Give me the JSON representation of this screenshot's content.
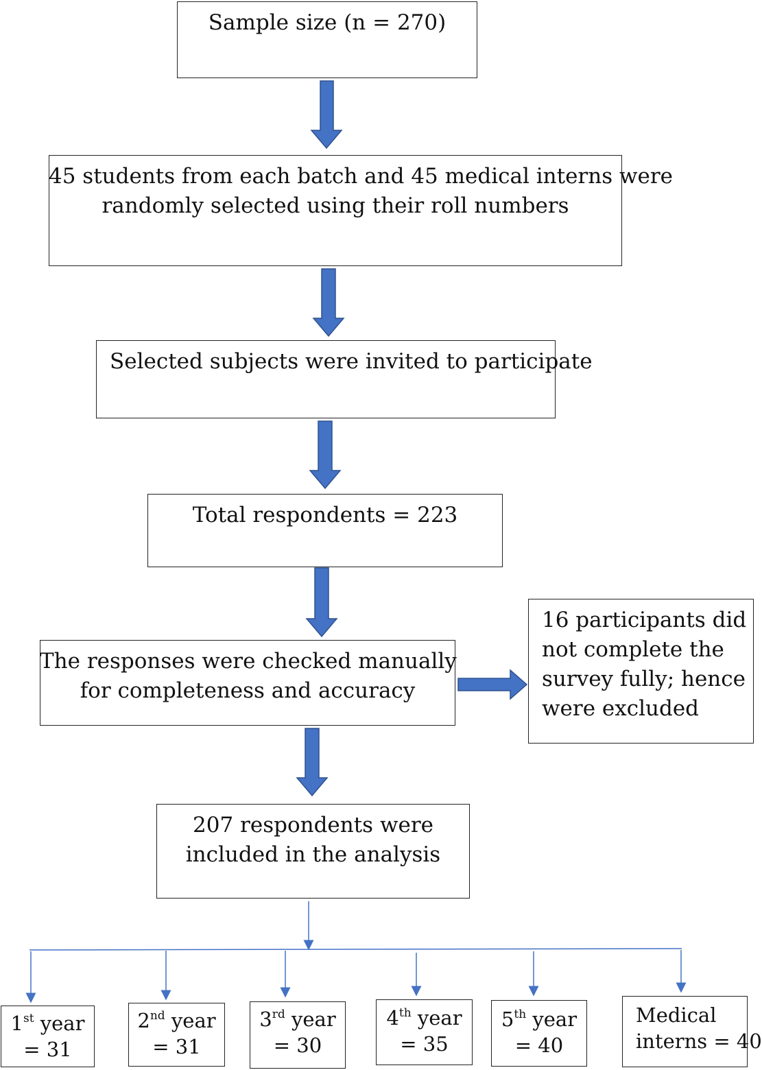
{
  "flowchart": {
    "sample_size": "Sample size (n = 270)",
    "selection": {
      "line1": "45 students from each batch and 45 medical interns were",
      "line2": "randomly selected using their roll numbers"
    },
    "invited": "Selected subjects were invited to participate",
    "respondents": "Total respondents = 223",
    "checked": {
      "line1": "The responses were checked manually",
      "line2": "for completeness and accuracy"
    },
    "excluded": {
      "line1": "16 participants did",
      "line2": "not complete the",
      "line3": "survey fully; hence",
      "line4": "were excluded"
    },
    "included": {
      "line1": "207 respondents were",
      "line2": "included in the analysis"
    },
    "groups": [
      {
        "num": "1",
        "sup": "st",
        "label": " year",
        "count": "= 31"
      },
      {
        "num": "2",
        "sup": "nd",
        "label": " year",
        "count": "= 31"
      },
      {
        "num": "3",
        "sup": "rd",
        "label": " year",
        "count": "= 30"
      },
      {
        "num": "4",
        "sup": "th",
        "label": " year",
        "count": "= 35"
      },
      {
        "num": "5",
        "sup": "th",
        "label": " year",
        "count": "= 40"
      }
    ],
    "interns": {
      "line1": "Medical",
      "line2": "interns = 40"
    }
  },
  "colors": {
    "arrow_fill": "#4472C4",
    "arrow_stroke": "#2F528F",
    "thin_line": "#4472C4",
    "box_border": "#222222"
  }
}
